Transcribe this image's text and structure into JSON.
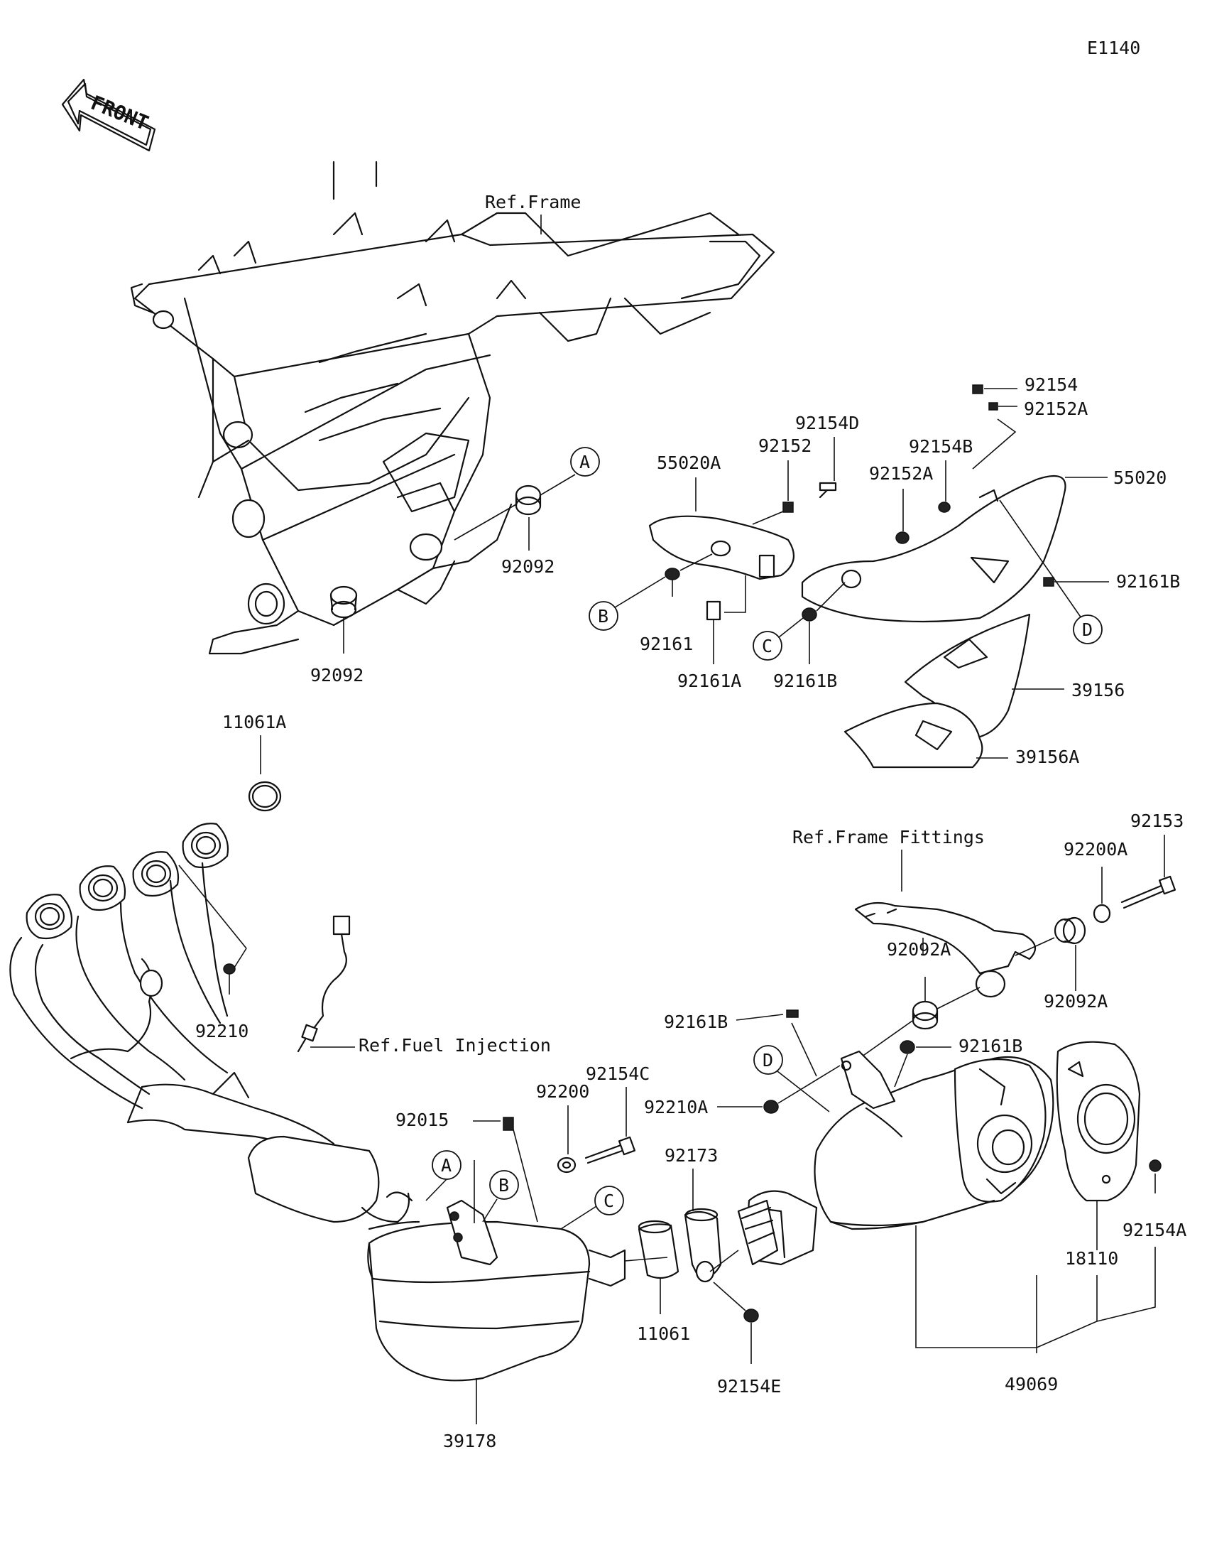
{
  "diagram_code": "E1140",
  "front_label": "FRONT",
  "references": {
    "frame": "Ref.Frame",
    "frame_fittings": "Ref.Frame Fittings",
    "fuel_injection": "Ref.Fuel Injection"
  },
  "callouts": {
    "a": "A",
    "b": "B",
    "c": "C",
    "d": "D"
  },
  "parts": {
    "p92092_a": "92092",
    "p92092_b": "92092",
    "p55020A": "55020A",
    "p92152": "92152",
    "p92154D": "92154D",
    "p92154": "92154",
    "p92152A_top": "92152A",
    "p92154B": "92154B",
    "p92152A": "92152A",
    "p55020": "55020",
    "p92161B_right": "92161B",
    "p92161": "92161",
    "p92161A": "92161A",
    "p92161B_mid": "92161B",
    "p39156": "39156",
    "p39156A": "39156A",
    "p11061A": "11061A",
    "p92210": "92210",
    "p92153": "92153",
    "p92200A": "92200A",
    "p92092A_left": "92092A",
    "p92092A_right": "92092A",
    "p92161B_low": "92161B",
    "p92161B_low2": "92161B",
    "p92154C": "92154C",
    "p92015": "92015",
    "p92200": "92200",
    "p92210A": "92210A",
    "p92173": "92173",
    "p92154A": "92154A",
    "p18110": "18110",
    "p11061": "11061",
    "p92154E": "92154E",
    "p49069": "49069",
    "p39178": "39178"
  }
}
